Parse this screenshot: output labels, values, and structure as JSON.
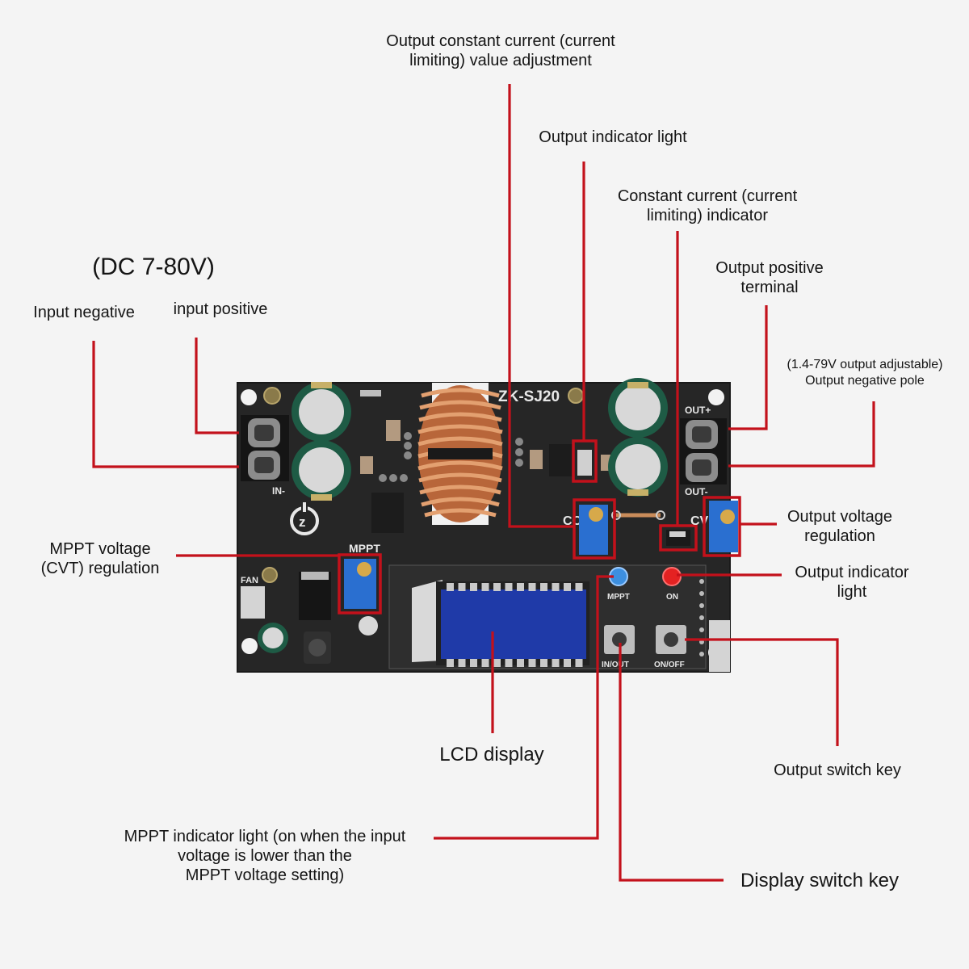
{
  "diagram": {
    "title": "ZK-SJ20 buck-boost converter module — component callouts",
    "accent_color": "#c3111b",
    "board_color": "#262626",
    "lcd_color": "#1f3aa8"
  },
  "board": {
    "model_silkscreen": "ZK-SJ20",
    "silk_out_plus": "OUT+",
    "silk_out_minus": "OUT-",
    "silk_in_minus": "IN-",
    "silk_mppt": "MPPT",
    "silk_fan": "FAN",
    "silk_cc": "CC",
    "silk_cv": "CV",
    "silk_led_mppt": "MPPT",
    "silk_led_on": "ON",
    "silk_key_inout": "IN/OUT",
    "silk_key_onoff": "ON/OFF"
  },
  "labels": {
    "input_range": "(DC 7-80V)",
    "input_negative": "Input negative",
    "input_positive": "input positive",
    "cc_adjust_line1": "Output constant current (current",
    "cc_adjust_line2": "limiting) value adjustment",
    "output_indicator_top": "Output indicator light",
    "cc_indicator_line1": "Constant current (current",
    "cc_indicator_line2": "limiting) indicator",
    "output_positive_line1": "Output positive",
    "output_positive_line2": "terminal",
    "output_negative_line1": "(1.4-79V output adjustable)",
    "output_negative_line2": "Output negative pole",
    "output_voltage_line1": "Output voltage",
    "output_voltage_line2": "regulation",
    "output_indicator_right_line1": "Output indicator",
    "output_indicator_right_line2": "light",
    "mppt_voltage_line1": "MPPT voltage",
    "mppt_voltage_line2": "(CVT) regulation",
    "lcd_display": "LCD display",
    "output_switch_key": "Output switch key",
    "mppt_indicator_line1": "MPPT indicator light (on when the input",
    "mppt_indicator_line2": "voltage is lower than the",
    "mppt_indicator_line3": "MPPT voltage setting)",
    "display_switch_key": "Display switch key"
  }
}
